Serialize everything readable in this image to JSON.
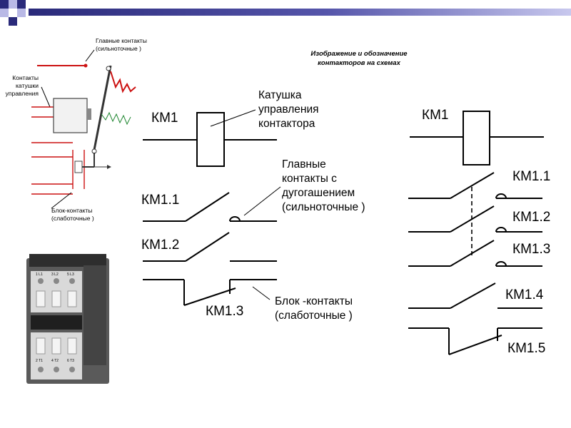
{
  "page": {
    "title_line1": "Изображение и обозначение",
    "title_line2": "контакторов на схемах",
    "colors": {
      "accent_dark": "#2a2a7a",
      "accent_light": "#b9b9e6",
      "wire_red": "#cc1111",
      "line": "#000000"
    }
  },
  "left_sketch": {
    "main_contacts_line1": "Главные контакты",
    "main_contacts_line2": "(сильноточные )",
    "coil_contacts_line1": "Контакты",
    "coil_contacts_line2": "катушки",
    "coil_contacts_line3": "управления",
    "aux_contacts_line1": "Блок-контакты",
    "aux_contacts_line2": "(слаботочные )"
  },
  "photo": {
    "terminal_top": [
      "1 L1",
      "3 L2",
      "5 L3"
    ],
    "terminal_bottom": [
      "2 T1",
      "4 T2",
      "6 T3"
    ]
  },
  "middle_diagram": {
    "coil_label": "КМ1",
    "coil_desc_line1": "Катушка",
    "coil_desc_line2": "управления",
    "coil_desc_line3": "контактора",
    "contact1_label": "КМ1.1",
    "contact2_label": "КМ1.2",
    "contact3_label": "КМ1.3",
    "main_desc_line1": "Главные",
    "main_desc_line2": "контакты с",
    "main_desc_line3": "дугогашением",
    "main_desc_line4": "(сильноточные  )",
    "aux_desc_line1": "Блок -контакты",
    "aux_desc_line2": "(слаботочные  )"
  },
  "right_diagram": {
    "coil_label": "КМ1",
    "contact_labels": [
      "КМ1.1",
      "КМ1.2",
      "КМ1.3",
      "КМ1.4",
      "КМ1.5"
    ]
  }
}
